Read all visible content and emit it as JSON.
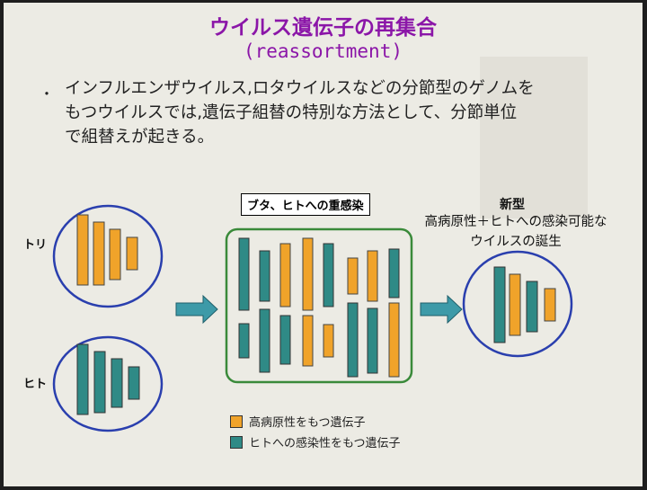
{
  "title": "ウイルス遺伝子の再集合",
  "subtitle": "(reassortment)",
  "bullet": "・",
  "body_lines": [
    "インフルエンザウイルス,ロタウイルスなどの分節型のゲノムを",
    "もつウイルスでは,遺伝子組替の特別な方法として、分節単位",
    "で組替えが起きる。"
  ],
  "labels": {
    "bird": "トリ",
    "human": "ヒト",
    "pig": "ブタ、ヒトへの重感染",
    "new_type": "新型",
    "new_desc_1": "高病原性＋ヒトへの感染可能な",
    "new_desc_2": "ウイルスの誕生"
  },
  "legend": {
    "orange_label": "高病原性をもつ遺伝子",
    "teal_label": "ヒトへの感染性をもつ遺伝子"
  },
  "colors": {
    "orange": "#f0a32a",
    "teal": "#2f8a86",
    "circle_border": "#2a3fae",
    "box_border": "#3a8a3a",
    "arrow": "#3d9aa8",
    "title": "#8b16a8"
  }
}
